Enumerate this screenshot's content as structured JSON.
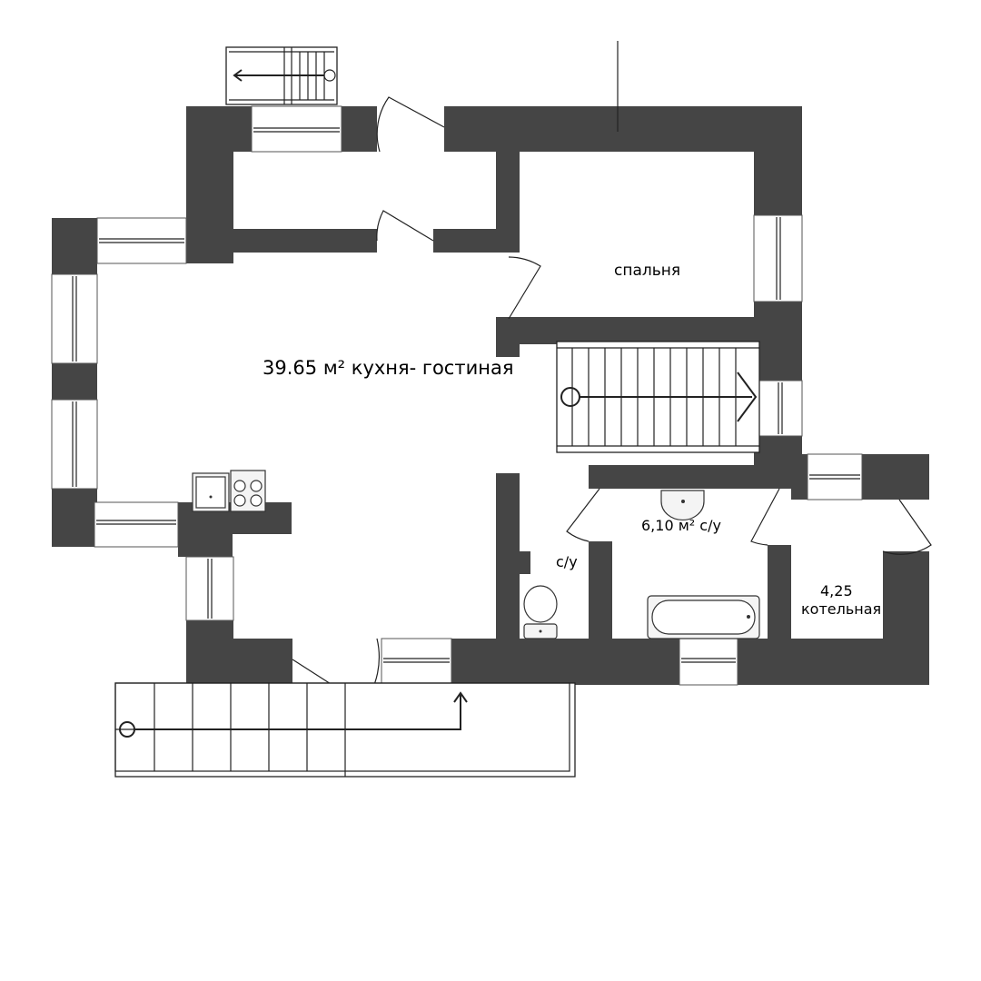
{
  "rooms": {
    "living": {
      "area": "39.65",
      "unit": "м²",
      "name": "кухня- гостиная"
    },
    "bedroom": {
      "name": "спальня"
    },
    "bath_big": {
      "area": "6,10",
      "unit": "м²",
      "name": "с/у"
    },
    "wc_small": {
      "name": "с/у"
    },
    "boiler": {
      "area": "4,25",
      "name": "котельная"
    }
  },
  "colors": {
    "wall": "#454545",
    "background": "#ffffff",
    "line": "#222222"
  }
}
